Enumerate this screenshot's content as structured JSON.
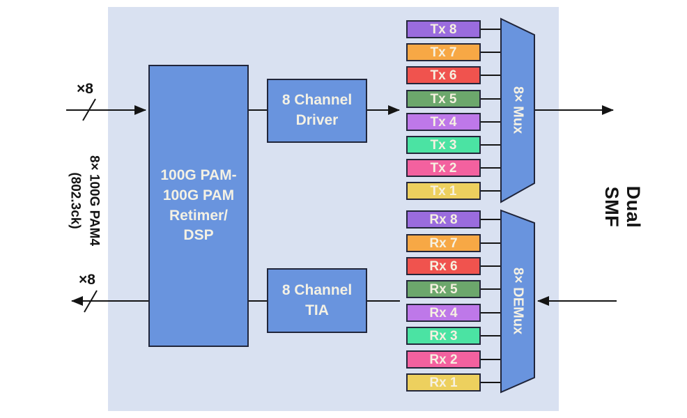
{
  "colors": {
    "panel_bg": "#d9e1f1",
    "block_blue": "#6994de",
    "block_border": "#20253a",
    "line_black": "#141414",
    "light_text": "#f4f1e4"
  },
  "left_labels": {
    "tx_bus_width": "×8",
    "rx_bus_width": "×8",
    "host_interface": "8× 100G PAM4\n(802.3ck)"
  },
  "blocks": {
    "dsp": "100G PAM-\n100G PAM\nRetimer/\nDSP",
    "driver": "8 Channel\nDriver",
    "tia": "8 Channel\nTIA",
    "mux": "8× Mux",
    "demux": "8× DEMux"
  },
  "right_label": "Dual SMF",
  "channels": {
    "tx": [
      {
        "label": "Tx 8",
        "color": "#9a6cde"
      },
      {
        "label": "Tx 7",
        "color": "#f7a845"
      },
      {
        "label": "Tx 6",
        "color": "#f0534e"
      },
      {
        "label": "Tx 5",
        "color": "#6ca76c"
      },
      {
        "label": "Tx 4",
        "color": "#be78e9"
      },
      {
        "label": "Tx 3",
        "color": "#4be3a3"
      },
      {
        "label": "Tx 2",
        "color": "#f3619f"
      },
      {
        "label": "Tx 1",
        "color": "#edd05e"
      }
    ],
    "rx": [
      {
        "label": "Rx 8",
        "color": "#9a6cde"
      },
      {
        "label": "Rx 7",
        "color": "#f7a845"
      },
      {
        "label": "Rx 6",
        "color": "#f0534e"
      },
      {
        "label": "Rx 5",
        "color": "#6ca76c"
      },
      {
        "label": "Rx 4",
        "color": "#be78e9"
      },
      {
        "label": "Rx 3",
        "color": "#4be3a3"
      },
      {
        "label": "Rx 2",
        "color": "#f3619f"
      },
      {
        "label": "Rx 1",
        "color": "#edd05e"
      }
    ]
  }
}
